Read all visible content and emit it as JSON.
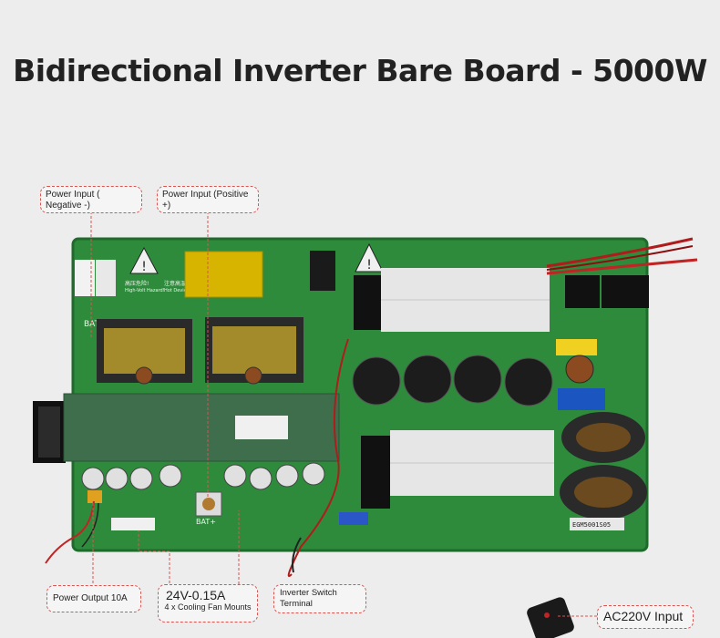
{
  "title": "Bidirectional Inverter Bare Board - 5000W",
  "callouts": {
    "power_input_negative": "Power Input ( Negative -)",
    "power_input_positive": "Power Input (Positive +)",
    "power_output": "Power Output 10A",
    "fan_rating": "24V-0.15A",
    "fan_mounts": "4 x Cooling Fan Mounts",
    "inverter_switch": "Inverter Switch Terminal",
    "ac_input": "AC220V Input"
  },
  "board_labels": {
    "bat_plus": "BAT+",
    "bat_minus": "BAT-",
    "warning_cn": "高压危险!",
    "warning_en": "High-Volt Hazard!",
    "caution_cn": "注意高温!",
    "caution_en": "Hot Device!",
    "part_number": "EGM5001S05"
  },
  "colors": {
    "pcb": "#2e8b3c",
    "callout_border": "#d9534f",
    "heatsink": "#e8e8e8",
    "transformer": "#d6b400"
  }
}
